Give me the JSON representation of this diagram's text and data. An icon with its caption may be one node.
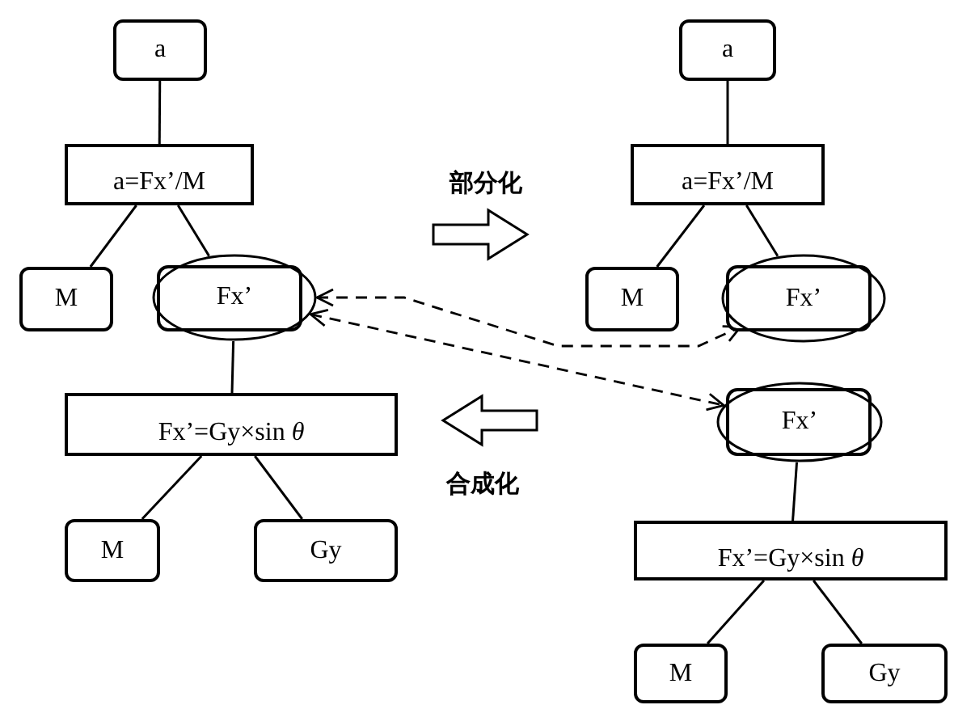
{
  "diagram": {
    "nodes": [
      {
        "text": [
          "a"
        ]
      },
      {
        "text": [
          "a=Fx’/M"
        ]
      },
      {
        "text": [
          "M"
        ]
      },
      {
        "text": [
          "Fx’"
        ]
      },
      {
        "text": [
          "Fx’=Gy×sin *θ*"
        ]
      },
      {
        "text": [
          "M"
        ]
      },
      {
        "text": [
          "Gy"
        ]
      },
      {
        "text": [
          "a"
        ]
      },
      {
        "text": [
          "a=Fx’/M"
        ]
      },
      {
        "text": [
          "M"
        ]
      },
      {
        "text": [
          "Fx’"
        ]
      },
      {
        "text": [
          "Fx’"
        ]
      },
      {
        "text": [
          "Fx’=Gy×sin *θ*"
        ]
      },
      {
        "text": [
          "M"
        ]
      },
      {
        "text": [
          "Gy"
        ]
      }
    ],
    "edges": [
      {
        "from": 0,
        "to": 1,
        "arrow": "none"
      },
      {
        "from": 1,
        "to": 2,
        "arrow": "none"
      },
      {
        "from": 1,
        "to": 3,
        "arrow": "none"
      },
      {
        "from": 3,
        "to": 4,
        "arrow": "none"
      },
      {
        "from": 4,
        "to": 5,
        "arrow": "none"
      },
      {
        "from": 4,
        "to": 6,
        "arrow": "none"
      },
      {
        "from": 7,
        "to": 8,
        "arrow": "none"
      },
      {
        "from": 8,
        "to": 9,
        "arrow": "none"
      },
      {
        "from": 8,
        "to": 10,
        "arrow": "none"
      },
      {
        "from": 11,
        "to": 12,
        "arrow": "none"
      },
      {
        "from": 12,
        "to": 13,
        "arrow": "none"
      },
      {
        "from": 12,
        "to": 14,
        "arrow": "none"
      },
      {
        "from": 3,
        "to": 10,
        "arrow": "both",
        "style": "dashed"
      },
      {
        "from": 3,
        "to": 11,
        "arrow": "both",
        "style": "dashed"
      }
    ],
    "labels": [
      "部分化",
      "合成化"
    ]
  }
}
